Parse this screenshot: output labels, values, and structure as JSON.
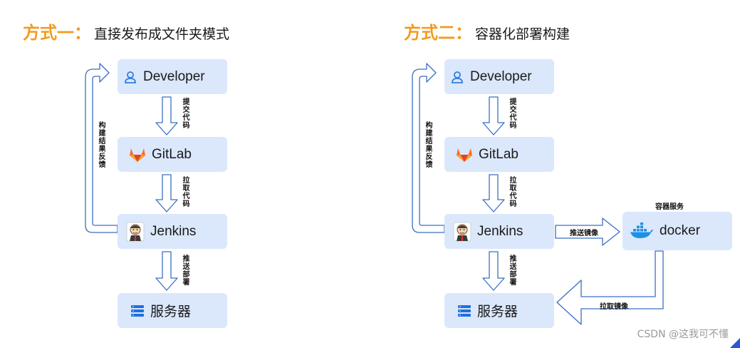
{
  "left": {
    "label": "方式一：",
    "desc": "直接发布成文件夹模式",
    "nodes": {
      "developer": "Developer",
      "gitlab": "GitLab",
      "jenkins": "Jenkins",
      "server": "服务器"
    },
    "arrows": {
      "commit": "提交代码",
      "pull": "拉取代码",
      "deploy": "推送部署",
      "feedback": "构建结果反馈"
    }
  },
  "right": {
    "label": "方式二：",
    "desc": "容器化部署构建",
    "nodes": {
      "developer": "Developer",
      "gitlab": "GitLab",
      "jenkins": "Jenkins",
      "server": "服务器",
      "docker": "docker"
    },
    "arrows": {
      "commit": "提交代码",
      "pull": "拉取代码",
      "deploy": "推送部署",
      "feedback": "构建结果反馈",
      "push_image": "推送镜像",
      "pull_image": "拉取镜像"
    },
    "container_service": "容器服务"
  },
  "watermark": "CSDN @这我可不懂",
  "colors": {
    "heading_accent": "#f39a1e",
    "box_fill": "#dbe7fb",
    "arrow_stroke": "#3a6fc4",
    "gitlab": "#e24329",
    "docker": "#1d91e6"
  }
}
